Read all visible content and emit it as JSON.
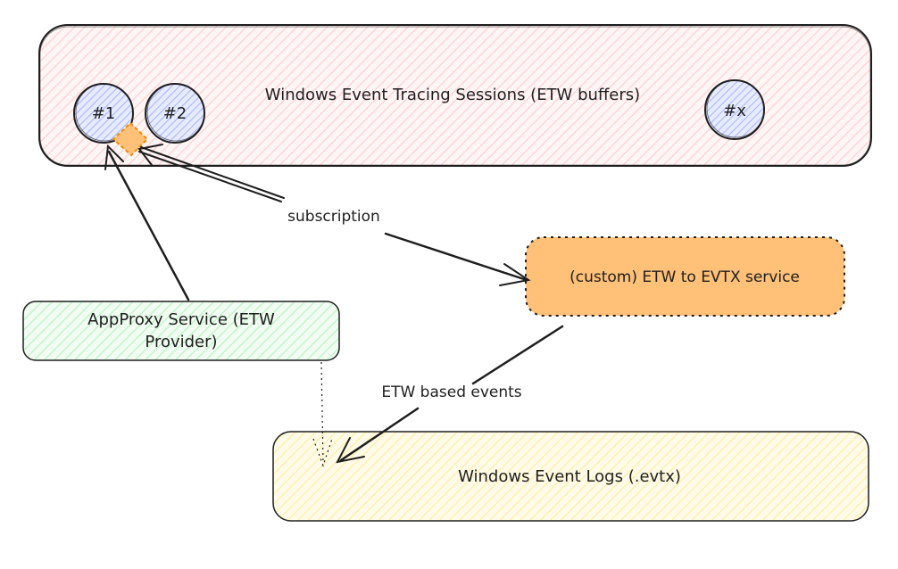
{
  "nodes": {
    "etw_sessions": {
      "label": "Windows Event Tracing Sessions (ETW buffers)",
      "fill": "#ffc9c9"
    },
    "session_1": {
      "label": "#1",
      "fill": "#a5b4fc"
    },
    "session_2": {
      "label": "#2",
      "fill": "#a5b4fc"
    },
    "session_x": {
      "label": "#x",
      "fill": "#a5b4fc"
    },
    "appproxy": {
      "line1": "AppProxy Service (ETW",
      "line2": "Provider)",
      "fill": "#b2f2bb"
    },
    "etw_to_evtx": {
      "label": "(custom) ETW to EVTX service",
      "fill": "#ffc078"
    },
    "event_logs": {
      "label": "Windows Event Logs (.evtx)",
      "fill": "#ffec99"
    }
  },
  "edges": {
    "subscription": {
      "label": "subscription"
    },
    "etw_based_events": {
      "label": "ETW based events"
    }
  },
  "colors": {
    "stroke": "#1e1e1e",
    "connector": "#f08c00"
  }
}
